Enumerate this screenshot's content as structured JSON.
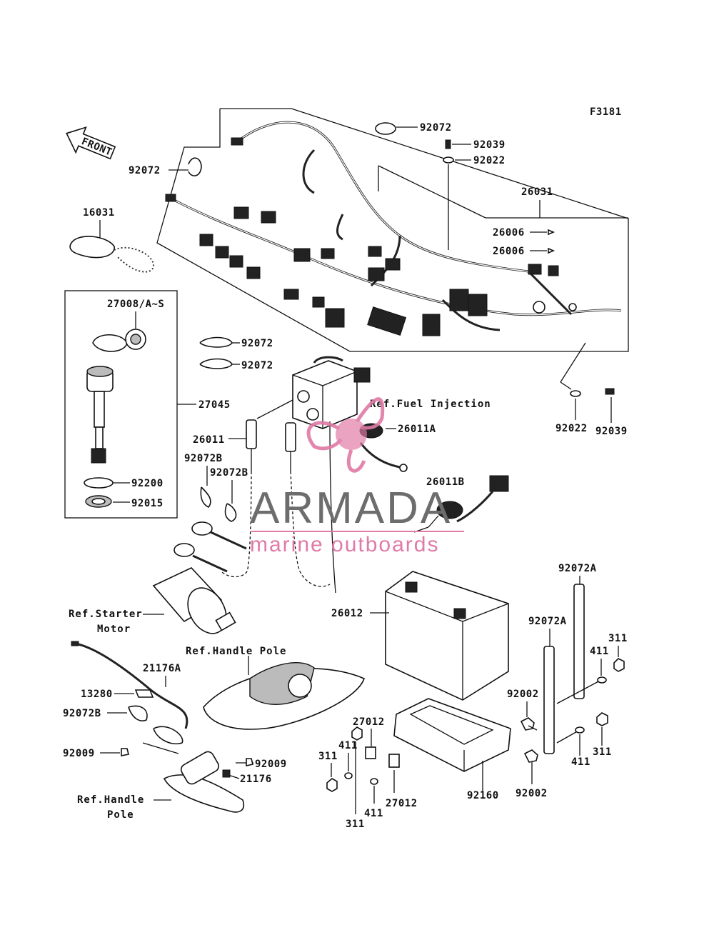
{
  "figure_code": "F3181",
  "front_label": "FRONT",
  "watermark": {
    "title": "ARMADA",
    "subtitle": "marine outboards",
    "brand_color": "#e07aa6",
    "text_color": "#6d6d6d"
  },
  "parts": {
    "p92072_a": "92072",
    "p92039_a": "92039",
    "p92022_a": "92022",
    "p92072_b": "92072",
    "p26031": "26031",
    "p26006_a": "26006",
    "p26006_b": "26006",
    "p16031": "16031",
    "p27008": "27008/A~S",
    "p92072_c": "92072",
    "p92072_d": "92072",
    "p27045": "27045",
    "p26011": "26011",
    "p26011A": "26011A",
    "p92022_b": "92022",
    "p92039_b": "92039",
    "p92072B_a": "92072B",
    "p92072B_b": "92072B",
    "p92200": "92200",
    "p92015": "92015",
    "p26011B": "26011B",
    "p92072A_a": "92072A",
    "p26012": "26012",
    "p92072A_b": "92072A",
    "p311_a": "311",
    "p411_a": "411",
    "p92002_a": "92002",
    "p21176A": "21176A",
    "p13280": "13280",
    "p92072B_c": "92072B",
    "p92009_a": "92009",
    "p27012_a": "27012",
    "p311_b": "311",
    "p411_b": "411",
    "p92009_b": "92009",
    "p21176": "21176",
    "p311_c": "311",
    "p411_c": "411",
    "p27012_b": "27012",
    "p92160": "92160",
    "p411_d": "411",
    "p311_d": "311",
    "p92002_b": "92002"
  },
  "references": {
    "fuel_injection": "Ref.Fuel Injection",
    "starter_line1": "Ref.Starter",
    "starter_line2": "Motor",
    "handle_pole_top": "Ref.Handle Pole",
    "handle_pole_line1": "Ref.Handle",
    "handle_pole_line2": "Pole"
  }
}
